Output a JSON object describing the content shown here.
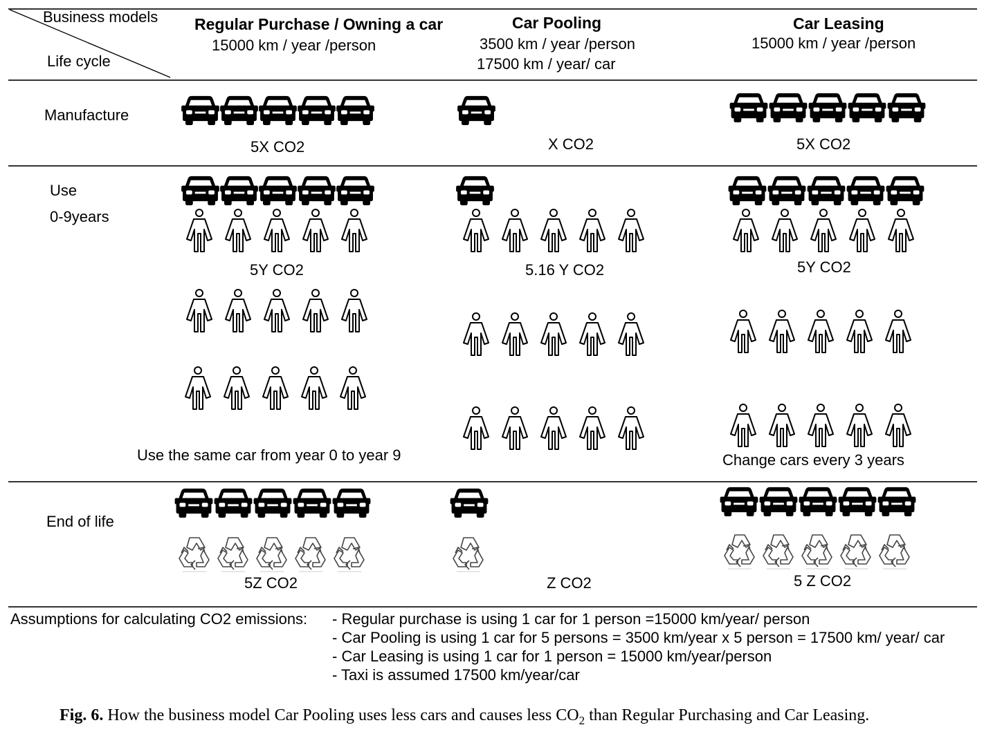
{
  "header": {
    "corner_top": "Business models",
    "corner_bottom": "Life cycle",
    "columns": [
      {
        "title": "Regular Purchase / Owning a car",
        "subs": [
          "15000 km / year /person"
        ]
      },
      {
        "title": "Car Pooling",
        "subs": [
          "3500 km / year /person",
          "17500 km / year/ car"
        ]
      },
      {
        "title": "Car Leasing",
        "subs": [
          "15000 km / year /person"
        ]
      }
    ]
  },
  "rows": {
    "manufacture": {
      "label": "Manufacture",
      "values": [
        "5X CO2",
        "X CO2",
        "5X CO2"
      ]
    },
    "use": {
      "label": "Use",
      "sublabel": "0-9years",
      "values": [
        "5Y CO2",
        "5.16 Y CO2",
        "5Y CO2"
      ],
      "notes": [
        "Use the same car from year 0 to year 9",
        "Change cars every 3 years"
      ]
    },
    "end": {
      "label": "End of life",
      "values": [
        "5Z CO2",
        "Z CO2",
        "5 Z CO2"
      ]
    }
  },
  "icons": {
    "car": "car-icon",
    "person": "person-icon",
    "recycle": "recycle-icon"
  },
  "assumptions": {
    "label": "Assumptions for calculating CO2 emissions:",
    "items": [
      "- Regular purchase is using 1 car for 1 person =15000 km/year/ person",
      "- Car Pooling is using 1 car for 5 persons = 3500 km/year x 5 person = 17500 km/ year/ car",
      "- Car Leasing is using 1 car for 1 person = 15000 km/year/person",
      "- Taxi is assumed 17500 km/year/car"
    ]
  },
  "caption": {
    "label": "Fig. 6.",
    "text_before": "How the business model Car Pooling uses less cars and causes less CO",
    "subscript": "2",
    "text_after": " than Regular Purchasing and Car Leasing."
  }
}
